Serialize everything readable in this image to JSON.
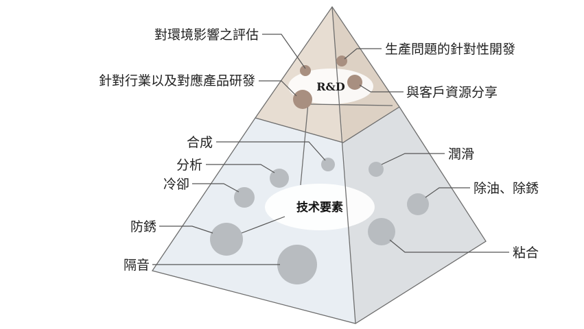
{
  "diagram": {
    "top_label": "R&D",
    "center_label": "技术要素",
    "top_items": [
      {
        "id": "env",
        "label": "對環境影響之評估"
      },
      {
        "id": "industry",
        "label": "針對行業以及對應產品研發"
      },
      {
        "id": "problem",
        "label": "生產問題的針對性開發"
      },
      {
        "id": "share",
        "label": "與客戶資源分享"
      }
    ],
    "lower_items": [
      {
        "id": "synth",
        "label": "合成"
      },
      {
        "id": "analysis",
        "label": "分析"
      },
      {
        "id": "cooling",
        "label": "冷卻"
      },
      {
        "id": "antirust",
        "label": "防銹"
      },
      {
        "id": "sound",
        "label": "隔音"
      },
      {
        "id": "lube",
        "label": "潤滑"
      },
      {
        "id": "degrease",
        "label": "除油、除銹"
      },
      {
        "id": "bond",
        "label": "粘合"
      }
    ]
  },
  "colors": {
    "top_left_face": "#e7ddd2",
    "top_right_face": "#ddd1c4",
    "lower_left_face": "#e9eef3",
    "lower_right_face": "#dcdfe2",
    "top_dot": "#a88f80",
    "lower_dot": "#b8bcc0"
  }
}
